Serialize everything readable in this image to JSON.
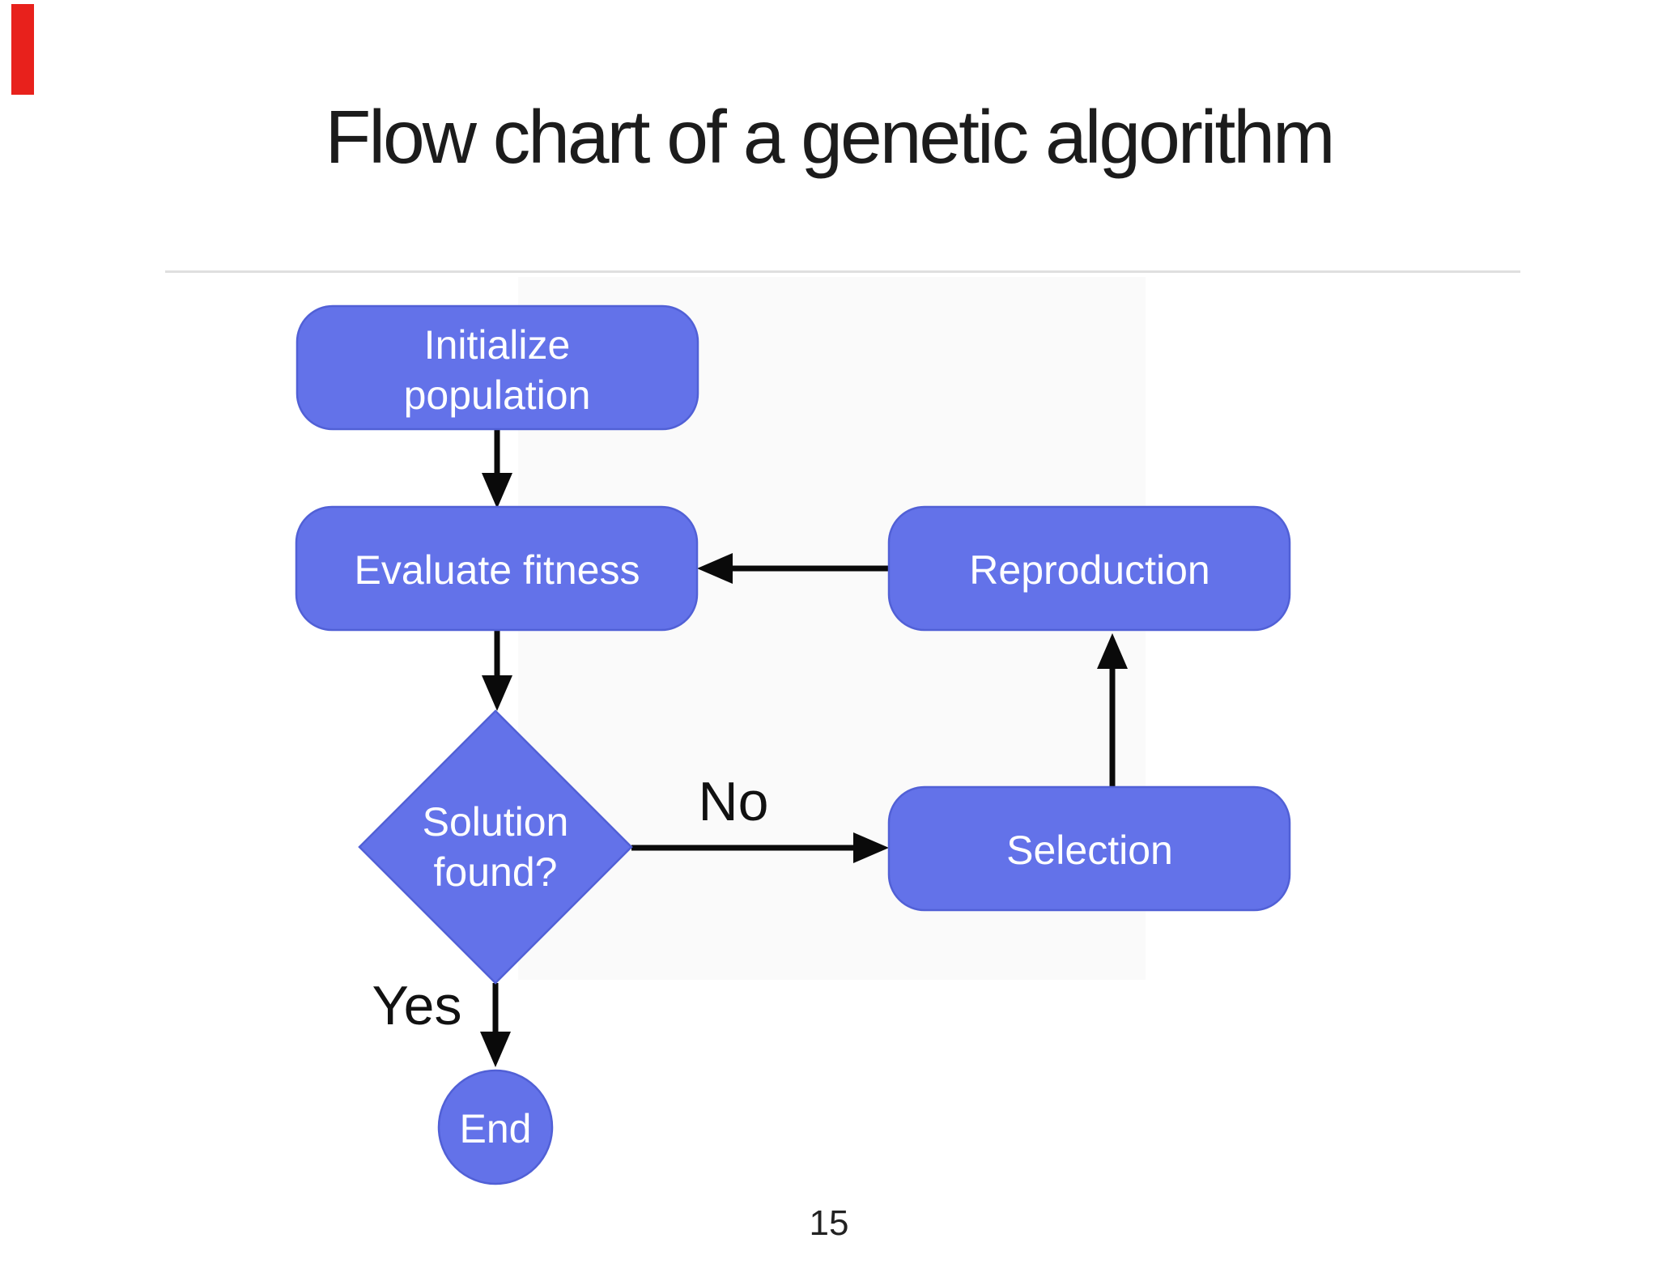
{
  "slide": {
    "title": "Flow chart of a genetic algorithm",
    "page_number": "15"
  },
  "nodes": {
    "initialize": {
      "line1": "Initialize",
      "line2": "population"
    },
    "evaluate": {
      "label": "Evaluate fitness"
    },
    "reproduction": {
      "label": "Reproduction"
    },
    "decision": {
      "line1": "Solution",
      "line2": "found?"
    },
    "selection": {
      "label": "Selection"
    },
    "end": {
      "label": "End"
    }
  },
  "labels": {
    "no": "No",
    "yes": "Yes"
  },
  "colors": {
    "node_fill": "#6372e9",
    "node_border": "#5160d6",
    "node_text": "#ffffff",
    "arrow": "#0a0a0a",
    "title_text": "#1c1c1c",
    "divider": "#dfdfdf",
    "page_number_text": "#222222",
    "red_marker": "#e8211c",
    "content_tint": "#fafafa"
  },
  "diagram_type": "flowchart"
}
